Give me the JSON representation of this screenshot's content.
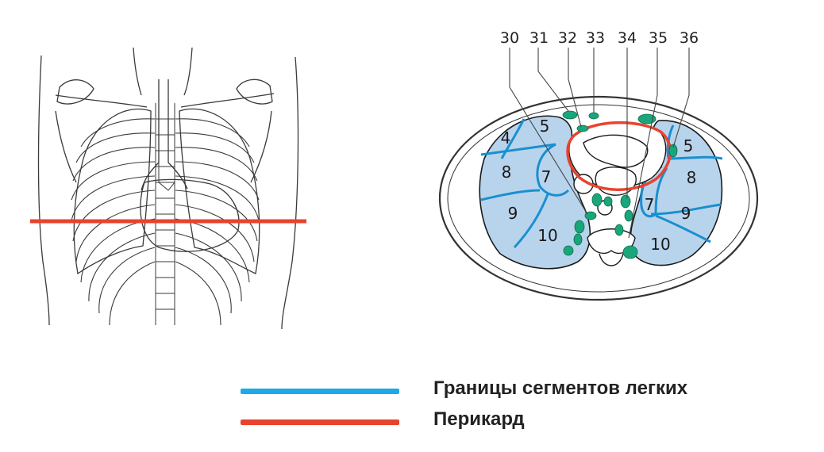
{
  "colors": {
    "segment_border": "#1a8fd0",
    "pericardium": "#e8432e",
    "lung_fill": "#b8d4ec",
    "lymph_node": "#1aa67a",
    "outline": "#333333"
  },
  "node_labels": [
    "30",
    "31",
    "32",
    "33",
    "34",
    "35",
    "36"
  ],
  "segments": {
    "right": [
      "5",
      "4",
      "8",
      "7",
      "9",
      "10"
    ],
    "left": [
      "5",
      "8",
      "7",
      "9",
      "10"
    ]
  },
  "legend": [
    {
      "label": "Границы сегментов легких",
      "color": "#1ea9e6"
    },
    {
      "label": "Перикард",
      "color": "#e8432e"
    }
  ]
}
